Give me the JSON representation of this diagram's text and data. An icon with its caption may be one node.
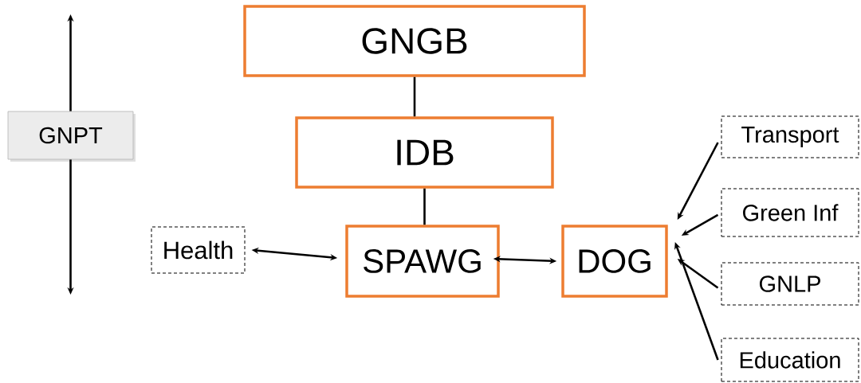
{
  "diagram": {
    "nodes": [
      {
        "text": [
          "GNGB"
        ]
      },
      {
        "text": [
          "IDB"
        ]
      },
      {
        "text": [
          "Health"
        ]
      },
      {
        "text": [
          "SPAWG"
        ]
      },
      {
        "text": [
          "DOG"
        ]
      },
      {
        "text": [
          "Transport"
        ]
      },
      {
        "text": [
          "Green Inf"
        ]
      },
      {
        "text": [
          "GNLP"
        ]
      },
      {
        "text": [
          "Education"
        ]
      },
      {
        "text": [
          "GNPT"
        ]
      }
    ],
    "edges": [
      {
        "from": 0,
        "to": 1,
        "arrow": "none"
      },
      {
        "from": 1,
        "to": 3,
        "arrow": "none"
      },
      {
        "from": 2,
        "to": 3,
        "arrow": "both"
      },
      {
        "from": 3,
        "to": 4,
        "arrow": "both"
      },
      {
        "from": 5,
        "to": 4,
        "arrow": "to"
      },
      {
        "from": 6,
        "to": 4,
        "arrow": "to"
      },
      {
        "from": 7,
        "to": 4,
        "arrow": "to"
      },
      {
        "from": 8,
        "to": 4,
        "arrow": "to"
      },
      {
        "from": 9,
        "to": null,
        "arrow": "to"
      },
      {
        "from": 9,
        "to": null,
        "arrow": "to"
      }
    ]
  }
}
